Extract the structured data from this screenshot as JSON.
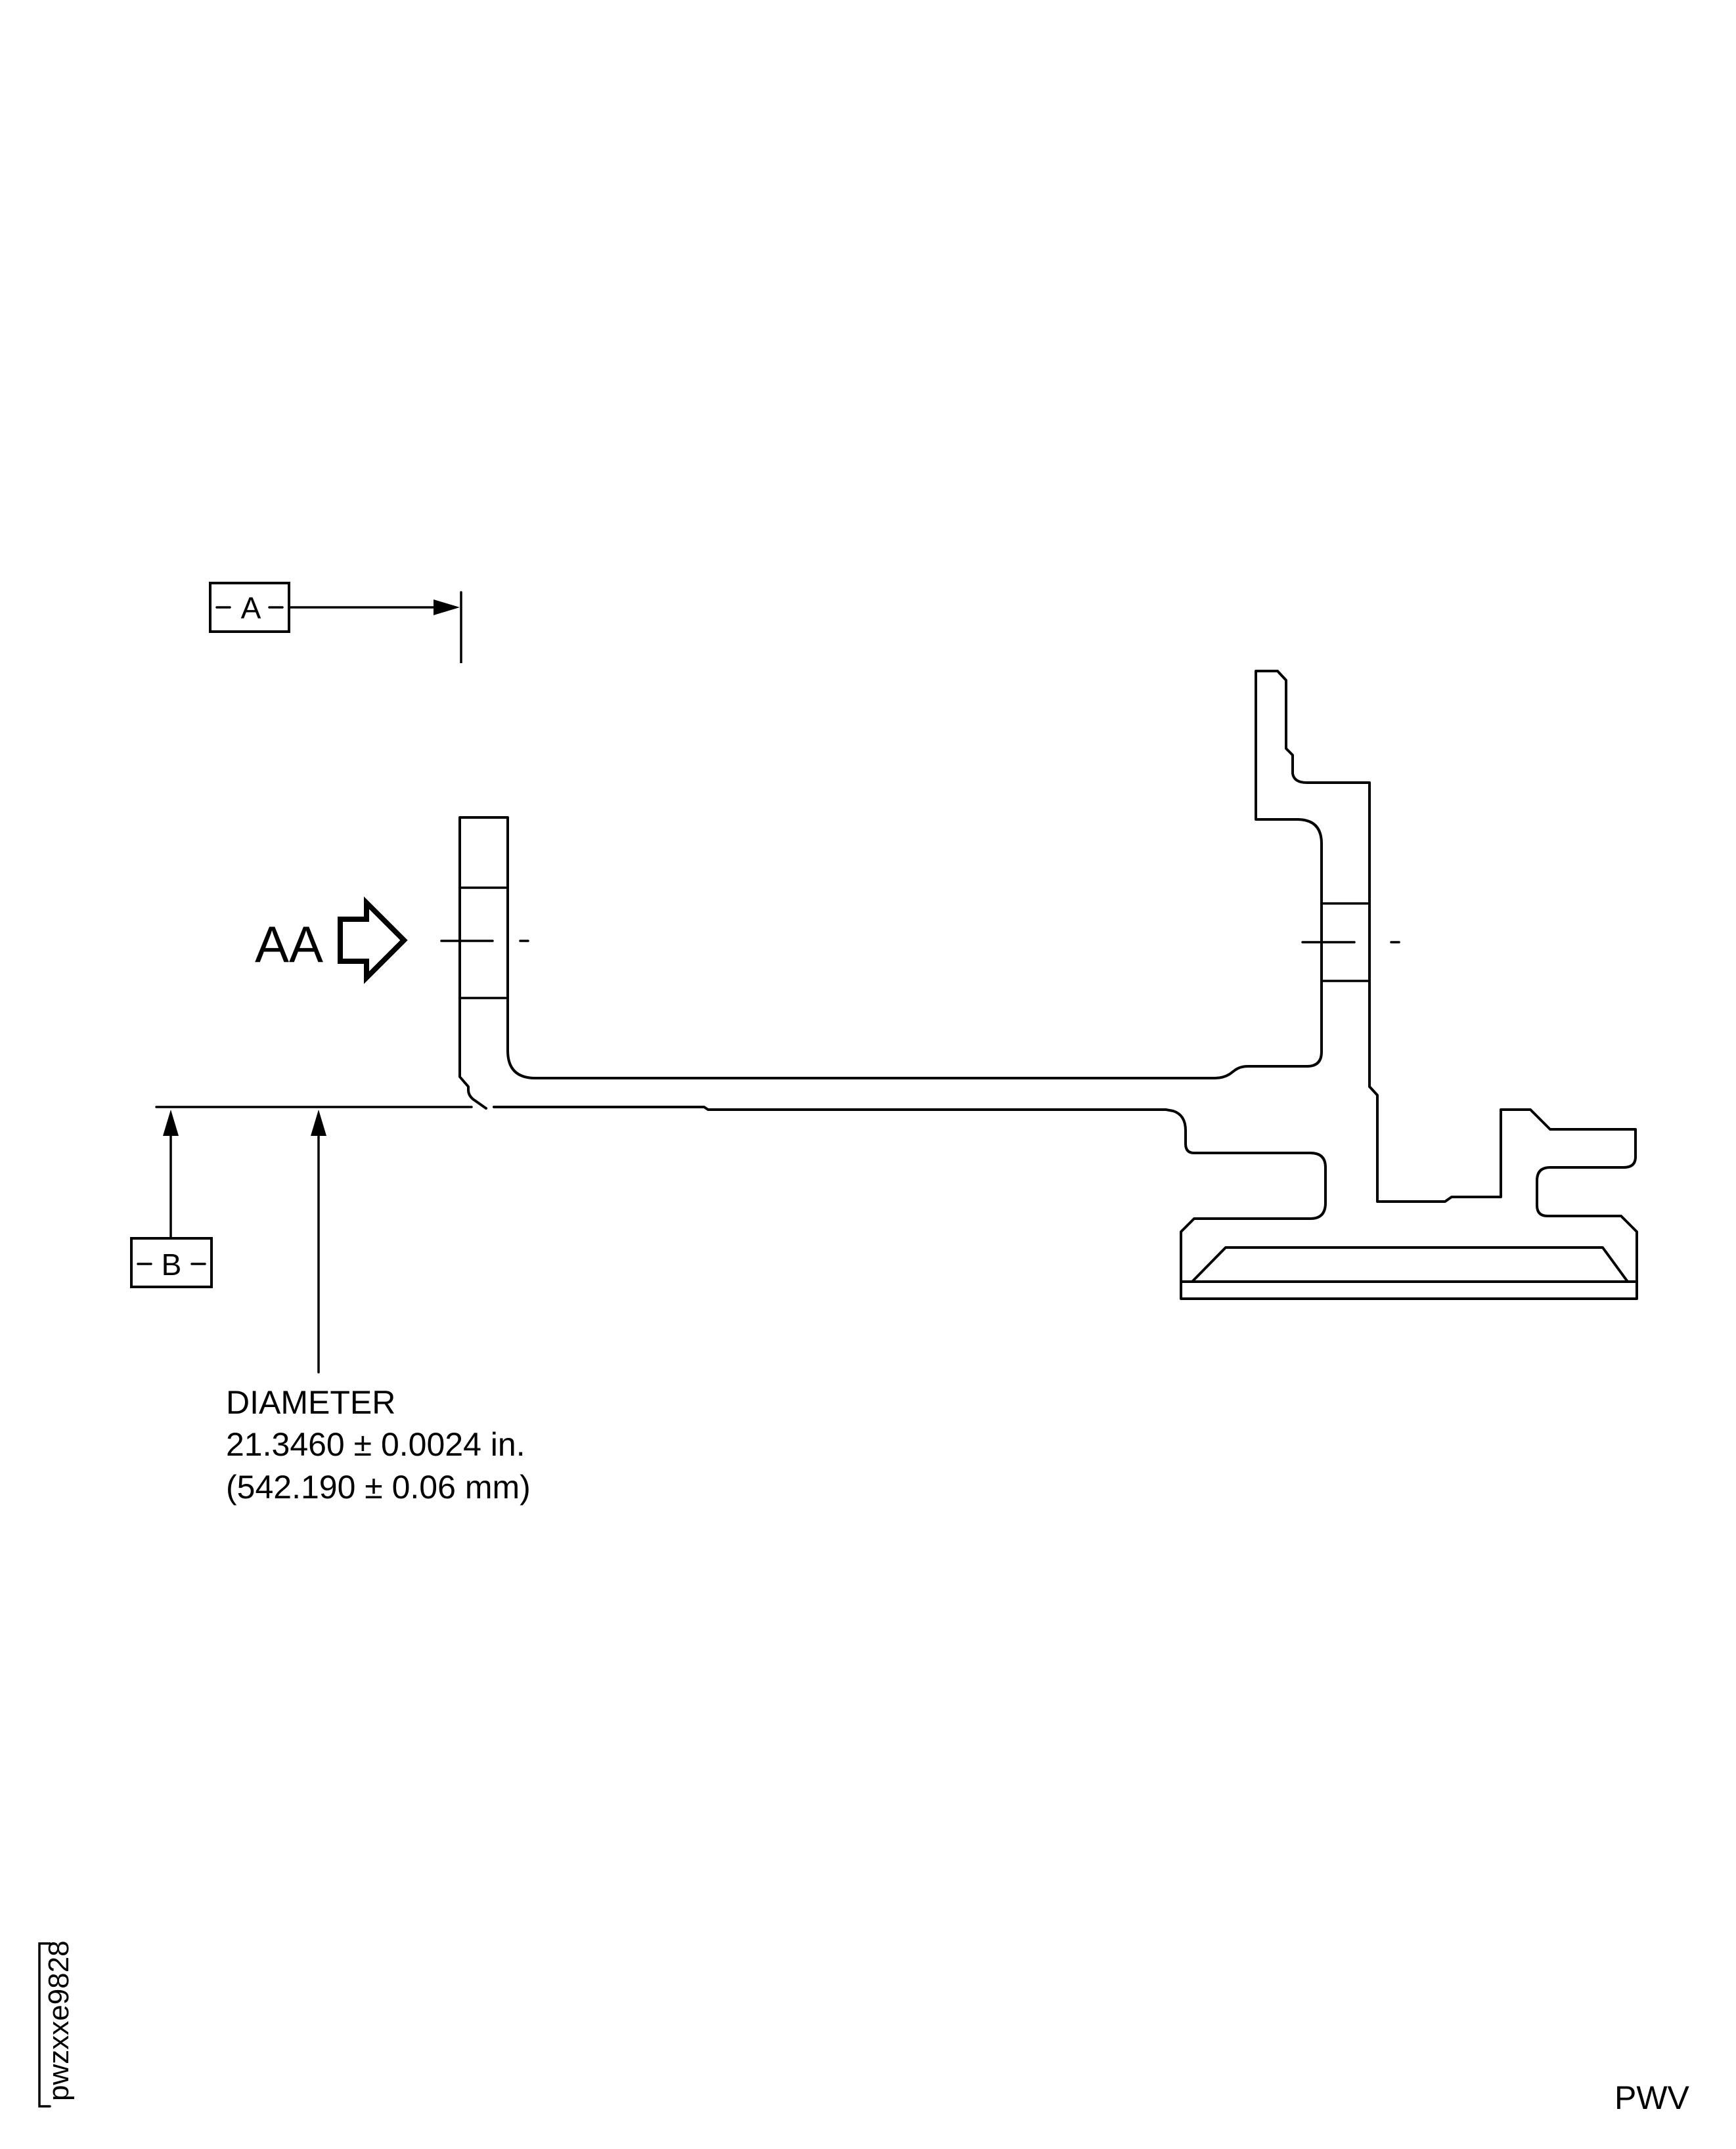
{
  "datums": {
    "a": "A",
    "b": "B"
  },
  "view": {
    "label": "AA"
  },
  "diameter_note": {
    "line1": "DIAMETER",
    "line2": "21.3460 ± 0.0024 in.",
    "line3": "(542.190 ± 0.06 mm)"
  },
  "figure_id": "pwzxxe9828",
  "corner_code": "PWV"
}
